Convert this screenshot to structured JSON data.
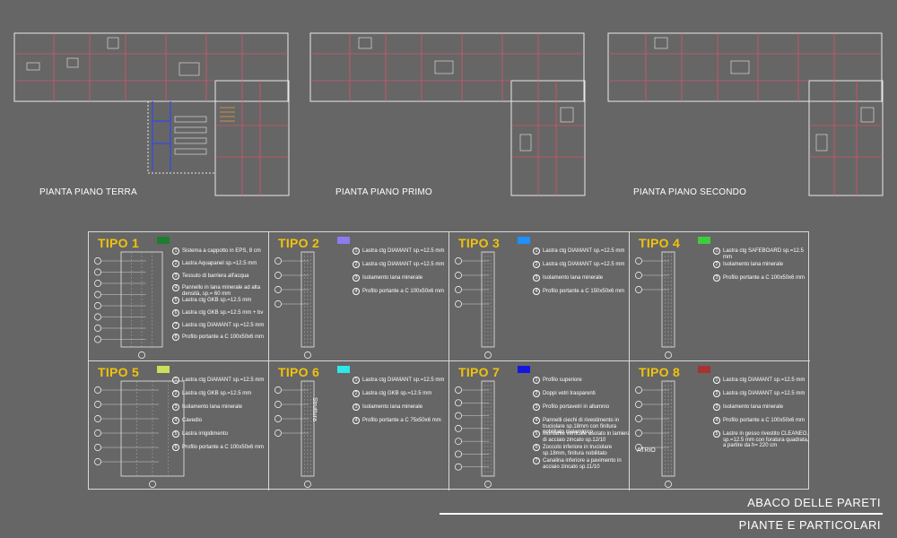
{
  "plans": [
    {
      "label": "PIANTA PIANO TERRA"
    },
    {
      "label": "PIANTA PIANO PRIMO"
    },
    {
      "label": "PIANTA PIANO SECONDO"
    }
  ],
  "panels": [
    {
      "title": "TIPO 1",
      "swatch": "#1e7d2e",
      "items": [
        "Sistema a cappotto in EPS, 8 cm",
        "Lastra Aquapanel sp.=12.5 mm",
        "Tessuto di barriera all'acqua",
        "Pannello in lana minerale ad alta densità, sp.= 60 mm",
        "Lastra ctg GKB sp.=12.5 mm",
        "Lastra ctg GKB sp.=12.5 mm + bv",
        "Lastra ctg DIAMANT sp.=12.5 mm",
        "Profilo portante a C 100x50x6 mm"
      ],
      "side_label": ""
    },
    {
      "title": "TIPO 2",
      "swatch": "#8b7cf0",
      "items": [
        "Lastra ctg DIAMANT sp.=12.5 mm",
        "Lastra ctg DIAMANT sp.=12.5 mm",
        "Isolamento lana minerale",
        "Profilo portante a C 100x50x6 mm"
      ],
      "side_label": ""
    },
    {
      "title": "TIPO 3",
      "swatch": "#1e90ff",
      "items": [
        "Lastra ctg DIAMANT sp.=12.5 mm",
        "Lastra ctg DIAMANT sp.=12.5 mm",
        "Isolamento lana minerale",
        "Profilo portante a C 150x50x6 mm"
      ],
      "side_label": ""
    },
    {
      "title": "TIPO 4",
      "swatch": "#3dcc3d",
      "items": [
        "Lastra ctg SAFEBOARD sp.=12.5 mm",
        "Isolamento lana minerale",
        "Profilo portante a C 100x50x6 mm"
      ],
      "side_label": ""
    },
    {
      "title": "TIPO 5",
      "swatch": "#c8e05a",
      "items": [
        "Lastra ctg DIAMANT sp.=12.5 mm",
        "Lastra ctg GKB sp.=12.5 mm",
        "Isolamento lana minerale",
        "Cavedio",
        "Lastra irrigidimento",
        "Profilo portante a C 100x50x6 mm"
      ],
      "side_label": ""
    },
    {
      "title": "TIPO 6",
      "swatch": "#2ee8e8",
      "items": [
        "Lastra ctg DIAMANT sp.=12.5 mm",
        "Lastra ctg GKB sp.=12.5 mm",
        "Isolamento lana minerale",
        "Profilo portante a C 75x50x6 mm"
      ],
      "side_label": "Struttura"
    },
    {
      "title": "TIPO 7",
      "swatch": "#1515e0",
      "items": [
        "Profilo superiore",
        "Doppi vetri trasparenti",
        "Profilo portavetri in allumnio",
        "Pannelli ciechi di rivestimento in truciolare sp.18mm con finitura nobilitato melaminico",
        "Montante verticale asolato in lamiera di acciaio zincato sp.12/10",
        "Zoccolo inferiore in truciolare sp.18mm, finitura nobilitato",
        "Canalina inferiore a pavimento in acciaio zincato sp.11/10"
      ],
      "side_label": ""
    },
    {
      "title": "TIPO 8",
      "swatch": "#a83232",
      "items": [
        "Lastra ctg DIAMANT sp.=12.5 mm",
        "Lastra ctg DIAMANT sp.=12.5 mm",
        "Isolamento lana minerale",
        "Profilo portante a C 100x50x6 mm",
        "Lastre in gesso rivestito CLEANEO, sp.=12.5 mm con foratura quadrata, a partire da h= 220 cm"
      ],
      "side_label": "ATRIO"
    }
  ],
  "footer": {
    "title1": "ABACO DELLE PARETI",
    "title2": "PIANTE E PARTICOLARI"
  }
}
